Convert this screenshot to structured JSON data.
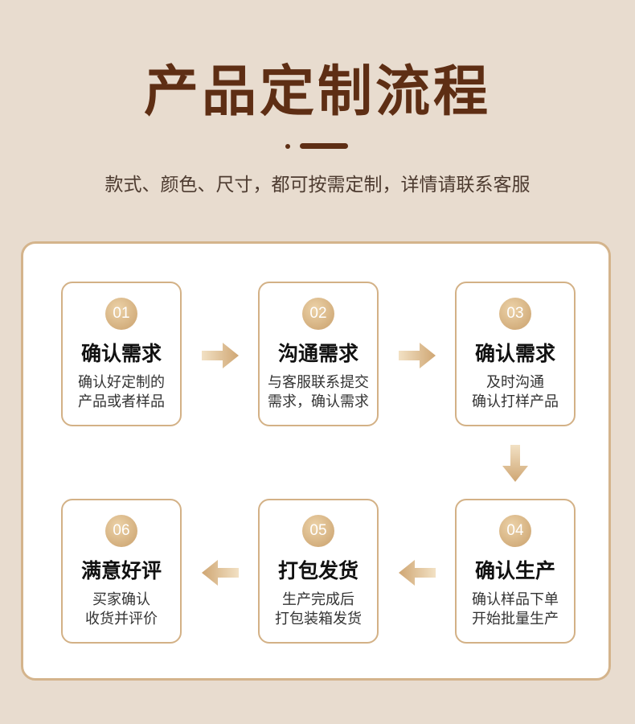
{
  "header": {
    "title": "产品定制流程",
    "subtitle": "款式、颜色、尺寸，都可按需定制，详情请联系客服"
  },
  "colors": {
    "background": "#e8dccf",
    "title": "#5e2e14",
    "accent_gold": "#d3b186",
    "arrow_gold": "#d7b78a"
  },
  "steps": [
    {
      "num": "01",
      "name": "确认需求",
      "line1": "确认好定制的",
      "line2": "产品或者样品"
    },
    {
      "num": "02",
      "name": "沟通需求",
      "line1": "与客服联系提交",
      "line2": "需求，确认需求"
    },
    {
      "num": "03",
      "name": "确认需求",
      "line1": "及时沟通",
      "line2": "确认打样产品"
    },
    {
      "num": "04",
      "name": "确认生产",
      "line1": "确认样品下单",
      "line2": "开始批量生产"
    },
    {
      "num": "05",
      "name": "打包发货",
      "line1": "生产完成后",
      "line2": "打包装箱发货"
    },
    {
      "num": "06",
      "name": "满意好评",
      "line1": "买家确认",
      "line2": "收货并评价"
    }
  ],
  "arrows": [
    {
      "icon": "arrow-right-icon"
    },
    {
      "icon": "arrow-right-icon"
    },
    {
      "icon": "arrow-down-icon"
    },
    {
      "icon": "arrow-left-icon"
    },
    {
      "icon": "arrow-left-icon"
    }
  ]
}
